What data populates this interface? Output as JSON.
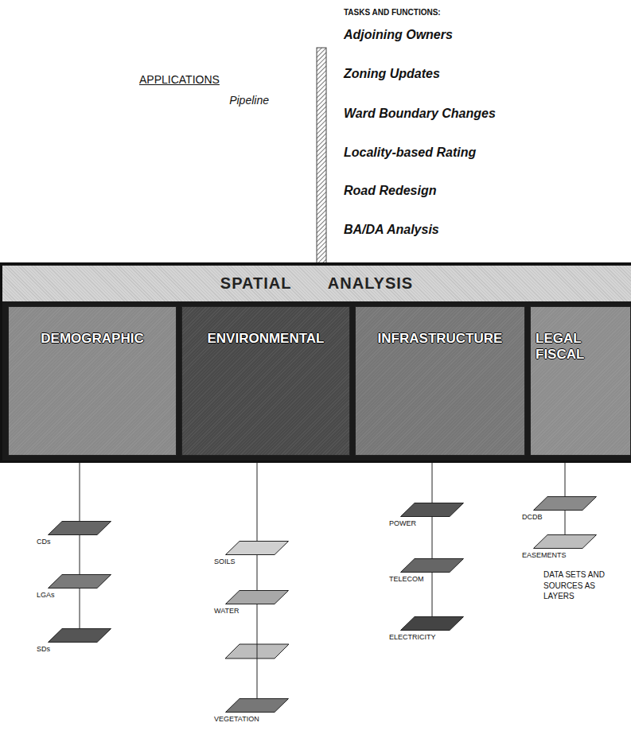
{
  "diagram": {
    "nodes": [
      {
        "text": [
          "SPATIAL ANALYSIS"
        ]
      },
      {
        "text": [
          "DEMOGRAPHIC"
        ],
        "in": 0
      },
      {
        "text": [
          "ENVIRONMENTAL"
        ],
        "in": 0
      },
      {
        "text": [
          "INFRASTRUCTURE"
        ],
        "in": 0
      },
      {
        "text": [
          "LEGAL FISCAL"
        ],
        "in": 0
      },
      {
        "text": [
          "CDs"
        ]
      },
      {
        "text": [
          "LGAs"
        ]
      },
      {
        "text": [
          "SDs"
        ]
      },
      {
        "text": [
          "SOILS"
        ]
      },
      {
        "text": [
          "WATER"
        ]
      },
      {
        "text": [
          "VEGETATION"
        ]
      },
      {
        "text": [
          "POWER"
        ]
      },
      {
        "text": [
          "TELECOM"
        ]
      },
      {
        "text": [
          "ELECTRICITY"
        ]
      },
      {
        "text": [
          "DCDB"
        ]
      },
      {
        "text": [
          "EASEMENTS"
        ]
      }
    ],
    "edges": [
      {
        "from": 1,
        "to": 5,
        "arrow": "none"
      },
      {
        "from": 5,
        "to": 6,
        "arrow": "none"
      },
      {
        "from": 6,
        "to": 7,
        "arrow": "none"
      },
      {
        "from": 2,
        "to": 8,
        "arrow": "none"
      },
      {
        "from": 8,
        "to": 9,
        "arrow": "none"
      },
      {
        "from": 9,
        "to": 10,
        "arrow": "none"
      },
      {
        "from": 3,
        "to": 11,
        "arrow": "none"
      },
      {
        "from": 11,
        "to": 12,
        "arrow": "none"
      },
      {
        "from": 12,
        "to": 13,
        "arrow": "none"
      },
      {
        "from": 4,
        "to": 14,
        "arrow": "none"
      },
      {
        "from": 14,
        "to": 15,
        "arrow": "none"
      }
    ],
    "labels": [
      "TASKS AND FUNCTIONS:",
      "APPLICATIONS",
      "Pipeline",
      "Adjoining Owners",
      "Zoning Updates",
      "Ward Boundary Changes",
      "Locality-based Rating",
      "Road Redesign",
      "BA/DA Analysis",
      "DATA SETS AND SOURCES AS LAYERS"
    ]
  }
}
